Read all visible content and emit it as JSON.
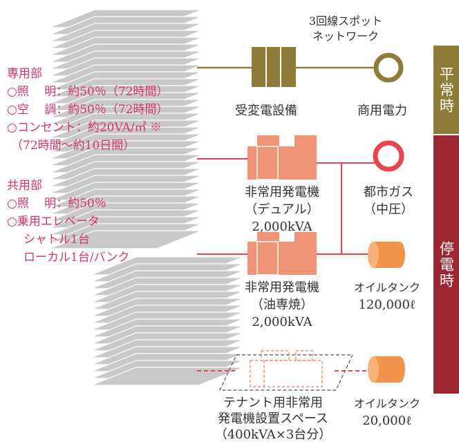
{
  "colors": {
    "floor": "#c9c9c9",
    "floor_edge": "#ffffff",
    "normal_olive": "#8e7c38",
    "emergency_red": "#9e2631",
    "generator_salmon": "#ef9476",
    "gas_red": "#e8444f",
    "oil_orange": "#f2934a",
    "text_pink": "#d8336b",
    "text_dark": "#333333",
    "dashed_red": "#e8444f"
  },
  "top_label": {
    "line1": "3回線スポット",
    "line2": "ネットワーク"
  },
  "labels": {
    "substation": "受変電設備",
    "commercial_power": "商用電力",
    "gen_dual": {
      "line1": "非常用発電機",
      "line2": "（デュアル）",
      "line3": "2,000kVA"
    },
    "city_gas": {
      "line1": "都市ガス",
      "line2": "（中圧）"
    },
    "gen_oil": {
      "line1": "非常用発電機",
      "line2": "（油専焼）",
      "line3": "2,000kVA"
    },
    "oil_tank_1": {
      "line1": "オイルタンク",
      "line2": "120,000ℓ"
    },
    "tenant_space": {
      "line1": "テナント用非常用",
      "line2": "発電機設置スペース",
      "line3": "（400kVA×3台分）"
    },
    "oil_tank_2": {
      "line1": "オイルタンク",
      "line2": "20,000ℓ"
    }
  },
  "private_area": {
    "title": "専用部",
    "lines": [
      "○照　 明：約50％（72時間）",
      "○空　 調：約50％（72時間）",
      "○コンセント：約20VA/㎡ ※",
      "（72時間〜約10日間）"
    ]
  },
  "shared_area": {
    "title": "共用部",
    "lines": [
      "○照　 明：約50％",
      "○乗用エレベータ",
      "シャトル1台",
      "ローカル1台/バンク"
    ]
  },
  "side_tags": {
    "normal": "平常時",
    "outage": "停電時"
  },
  "icons": {
    "building": "building-floors-icon",
    "substation": "substation-icon",
    "commercial": "ring-icon",
    "generator": "generator-icon",
    "gas": "ring-icon",
    "tank": "oil-tank-icon"
  }
}
